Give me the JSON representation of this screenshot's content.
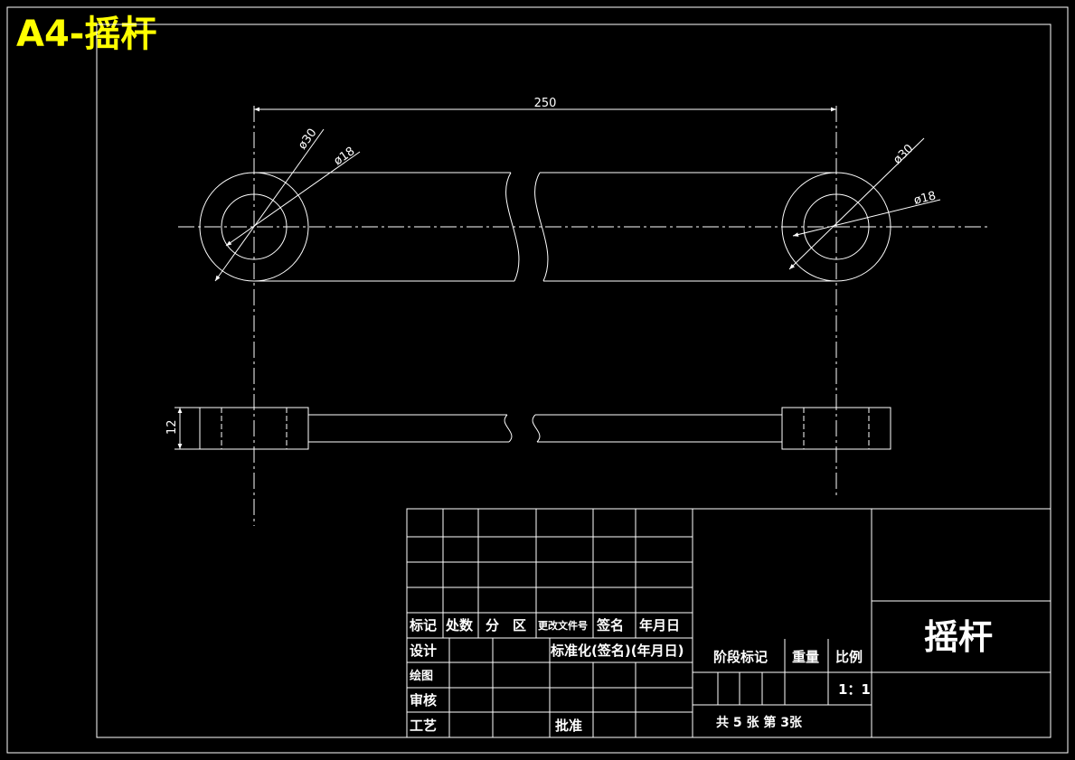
{
  "sheet": {
    "title": "A4-摇杆"
  },
  "colors": {
    "background": "#000000",
    "line": "#ffffff",
    "title": "#ffff00"
  },
  "dimensions": {
    "length": "250",
    "dia_outer_left": "ø30",
    "dia_inner_left": "ø18",
    "dia_outer_right": "ø30",
    "dia_inner_right": "ø18",
    "thickness": "12"
  },
  "title_block": {
    "headers": {
      "mark": "标记",
      "count": "处数",
      "zone": "分　区",
      "change_doc": "更改文件号",
      "signature": "签名",
      "date": "年月日"
    },
    "rows": {
      "design": "设计",
      "standardization": "标准化(签名)(年月日)",
      "drawing": "绘图",
      "review": "审核",
      "process": "工艺",
      "approve": "批准"
    },
    "stage_mark": "阶段标记",
    "weight": "重量",
    "scale_label": "比例",
    "scale_value": "1：1",
    "part_name": "摇杆",
    "sheets": "共 5 张 第 3张"
  }
}
